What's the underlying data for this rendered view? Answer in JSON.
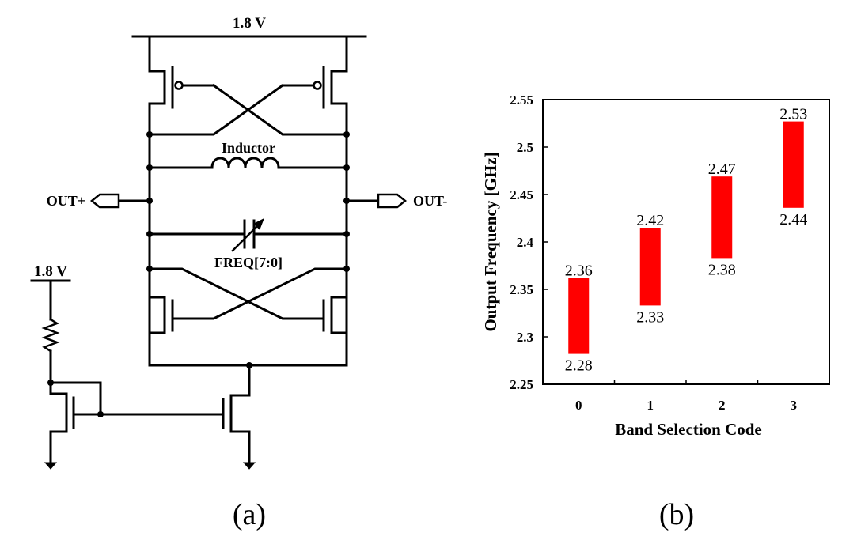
{
  "circuit": {
    "supply_top": "1.8 V",
    "supply_left": "1.8 V",
    "inductor_label": "Inductor",
    "varactor_label": "FREQ[7:0]",
    "out_plus": "OUT+",
    "out_minus": "OUT-",
    "caption": "(a)"
  },
  "chart": {
    "caption": "(b)"
  },
  "chart_data": {
    "type": "bar",
    "subtype": "floating-range",
    "xlabel": "Band Selection Code",
    "ylabel": "Output Frequency [GHz]",
    "categories": [
      "0",
      "1",
      "2",
      "3"
    ],
    "low": [
      2.28,
      2.33,
      2.38,
      2.44
    ],
    "high": [
      2.36,
      2.42,
      2.47,
      2.53
    ],
    "plot_low": [
      2.282,
      2.333,
      2.383,
      2.436
    ],
    "plot_high": [
      2.362,
      2.415,
      2.469,
      2.527
    ],
    "ylim": [
      2.25,
      2.55
    ],
    "yticks": [
      "2.25",
      "2.3",
      "2.35",
      "2.4",
      "2.45",
      "2.5",
      "2.55"
    ],
    "bar_color": "#ff0000",
    "grid": false
  }
}
